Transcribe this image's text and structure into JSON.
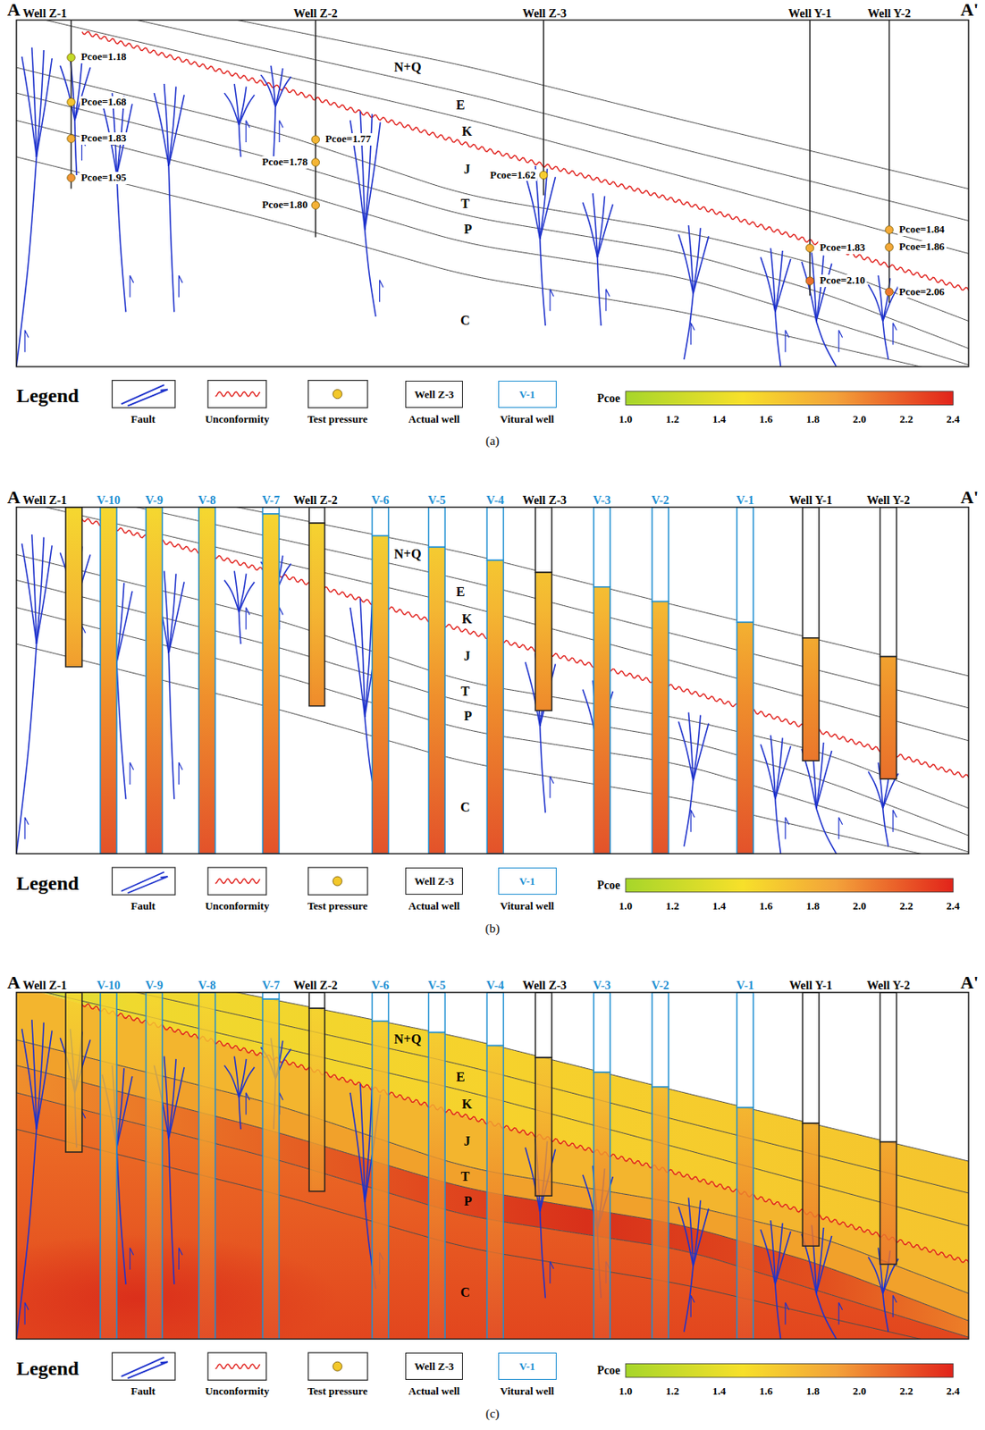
{
  "diagram": {
    "nodes": [
      {
        "text": [
          "Well Z-3"
        ]
      },
      {
        "text": [
          "V-1"
        ]
      },
      {
        "text": [
          "Well Z-3"
        ]
      },
      {
        "text": [
          "V-1"
        ]
      },
      {
        "text": [
          "Well Z-3"
        ]
      },
      {
        "text": [
          "V-1"
        ]
      }
    ],
    "labels": [
      "A",
      "A'",
      "Well Z-1",
      "Well Z-2",
      "Well Z-3",
      "Well Y-1",
      "Well Y-2",
      "N+Q",
      "E",
      "K",
      "J",
      "T",
      "P",
      "C",
      "Pcoe=1.18",
      "Pcoe=1.68",
      "Pcoe=1.83",
      "Pcoe=1.95",
      "Pcoe=1.77",
      "Pcoe=1.78",
      "Pcoe=1.80",
      "Pcoe=1.62",
      "Pcoe=1.84",
      "Pcoe=1.83",
      "Pcoe=1.86",
      "Pcoe=2.10",
      "Pcoe=2.06",
      "Legend",
      "Pcoe",
      "1.0",
      "1.2",
      "1.4",
      "1.6",
      "1.8",
      "2.0",
      "2.2",
      "2.4",
      "(a)",
      "A",
      "A'",
      "Well Z-1",
      "V-10",
      "V-9",
      "V-8",
      "V-7",
      "Well Z-2",
      "V-6",
      "V-5",
      "V-4",
      "Well Z-3",
      "V-3",
      "V-2",
      "V-1",
      "Well Y-1",
      "Well Y-2",
      "N+Q",
      "E",
      "K",
      "J",
      "T",
      "P",
      "C",
      "Legend",
      "Pcoe",
      "1.0",
      "1.2",
      "1.4",
      "1.6",
      "1.8",
      "2.0",
      "2.2",
      "2.4",
      "(b)",
      "A",
      "A'",
      "Well Z-1",
      "V-10",
      "V-9",
      "V-8",
      "V-7",
      "Well Z-2",
      "V-6",
      "V-5",
      "V-4",
      "Well Z-3",
      "V-3",
      "V-2",
      "V-1",
      "Well Y-1",
      "Well Y-2",
      "N+Q",
      "E",
      "K",
      "J",
      "T",
      "P",
      "C",
      "Legend",
      "Pcoe",
      "1.0",
      "1.2",
      "1.4",
      "1.6",
      "1.8",
      "2.0",
      "2.2",
      "2.4",
      "(c)"
    ],
    "legend": [
      {
        "text": "Fault"
      },
      {
        "text": "Unconformity"
      },
      {
        "text": "Test pressure"
      },
      {
        "text": "Actual well"
      },
      {
        "text": "Vitural well"
      },
      {
        "text": "Fault"
      },
      {
        "text": "Unconformity"
      },
      {
        "text": "Test pressure"
      },
      {
        "text": "Actual well"
      },
      {
        "text": "Vitural well"
      },
      {
        "text": "Fault"
      },
      {
        "text": "Unconformity"
      },
      {
        "text": "Test pressure"
      },
      {
        "text": "Actual well"
      },
      {
        "text": "Vitural well"
      }
    ]
  }
}
